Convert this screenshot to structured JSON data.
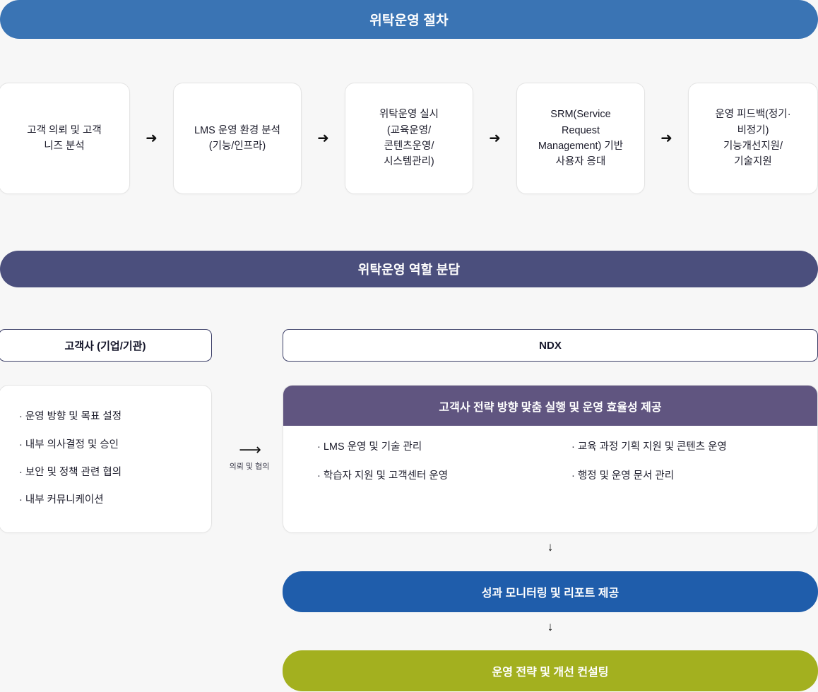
{
  "process_section": {
    "banner_title": "위탁운영 절차",
    "banner_color": "#3a74b4",
    "arrow_glyph": "➜",
    "steps": [
      {
        "label": "고객 의뢰 및 고객\n니즈 분석"
      },
      {
        "label": "LMS 운영 환경 분석\n(기능/인프라)"
      },
      {
        "label": "위탁운영 실시\n(교육운영/\n콘텐츠운영/\n시스템관리)"
      },
      {
        "label": "SRM(Service\nRequest\nManagement) 기반\n사용자 응대"
      },
      {
        "label": "운영 피드백(정기·\n비정기)\n기능개선지원/\n기술지원"
      }
    ]
  },
  "roles_section": {
    "banner_title": "위탁운영 역할 분담",
    "banner_color": "#4b4f7d",
    "client": {
      "header": "고객사 (기업/기관)",
      "items": [
        "· 운영 방향 및 목표 설정",
        "· 내부 의사결정 및 승인",
        "· 보안 및 정책 관련 협의",
        "· 내부 커뮤니케이션"
      ]
    },
    "link_arrow": {
      "glyph": "⟶",
      "caption": "의뢰 및 협의"
    },
    "ndx": {
      "header": "NDX",
      "subheader": "고객사 전략 방향 맞춤 실행 및 운영 효율성 제공",
      "subheader_color": "#605580",
      "items_left": [
        "· LMS 운영 및 기술 관리",
        "· 학습자 지원 및 고객센터 운영"
      ],
      "items_right": [
        "· 교육 과정 기획 지원 및 콘텐츠 운영",
        "· 행정 및 운영 문서 관리"
      ]
    },
    "flow_down_glyph": "↓",
    "results": [
      {
        "label": "성과 모니터링 및 리포트 제공",
        "color": "#1f5dab"
      },
      {
        "label": "운영 전략 및 개선 컨설팅",
        "color": "#a3b01f"
      }
    ]
  }
}
